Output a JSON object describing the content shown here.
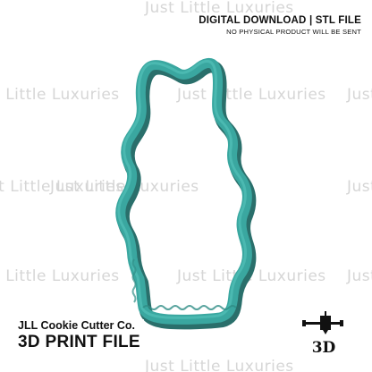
{
  "header": {
    "title": "DIGITAL DOWNLOAD | STL FILE",
    "subtitle": "NO PHYSICAL PRODUCT WILL BE SENT"
  },
  "watermark": {
    "text": "Just Little Luxuries",
    "color": "#d6d6d6"
  },
  "footer": {
    "company": "JLL Cookie Cutter Co.",
    "title": "3D PRINT FILE"
  },
  "printer_icon": {
    "icon": "3d-printer-icon",
    "label": "3D"
  },
  "colors": {
    "cutter_fill": "#3aa7a0",
    "cutter_shadow": "#2a6f6b",
    "cutter_highlight": "#52c0b8",
    "text": "#111111"
  }
}
